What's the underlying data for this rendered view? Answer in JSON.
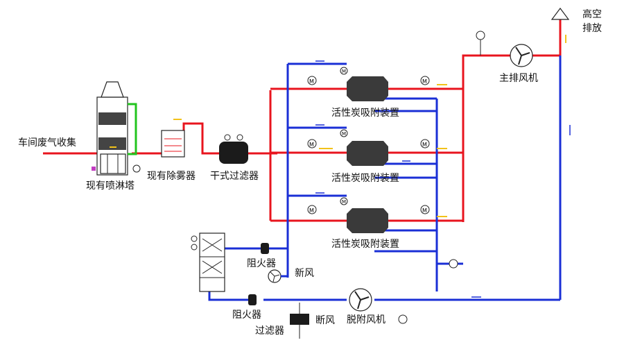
{
  "labels": {
    "workshop_exhaust": "车间废气收集",
    "spray_tower": "现有喷淋塔",
    "demister": "现有除雾器",
    "dry_filter": "干式过滤器",
    "carbon_adsorber_1": "活性炭吸附装置",
    "carbon_adsorber_2": "活性炭吸附装置",
    "carbon_adsorber_3": "活性炭吸附装置",
    "main_fan": "主排风机",
    "high_altitude_line1": "高空",
    "high_altitude_line2": "排放",
    "flame_arrester_1": "阻火器",
    "fresh_air": "新风",
    "flame_arrester_2": "阻火器",
    "filter": "过滤器",
    "cut_off_air": "断风",
    "desorption_fan": "脱附风机"
  },
  "colors": {
    "exhaust_line": "#e8141e",
    "desorption_line": "#1a2fd6",
    "spray_line": "#22c41e",
    "flow_arrow": "#f2c21a"
  },
  "icons": [
    "motor-valve-icon",
    "fan-icon",
    "pressure-gauge-icon",
    "pump-icon",
    "flame-arrester-icon"
  ]
}
